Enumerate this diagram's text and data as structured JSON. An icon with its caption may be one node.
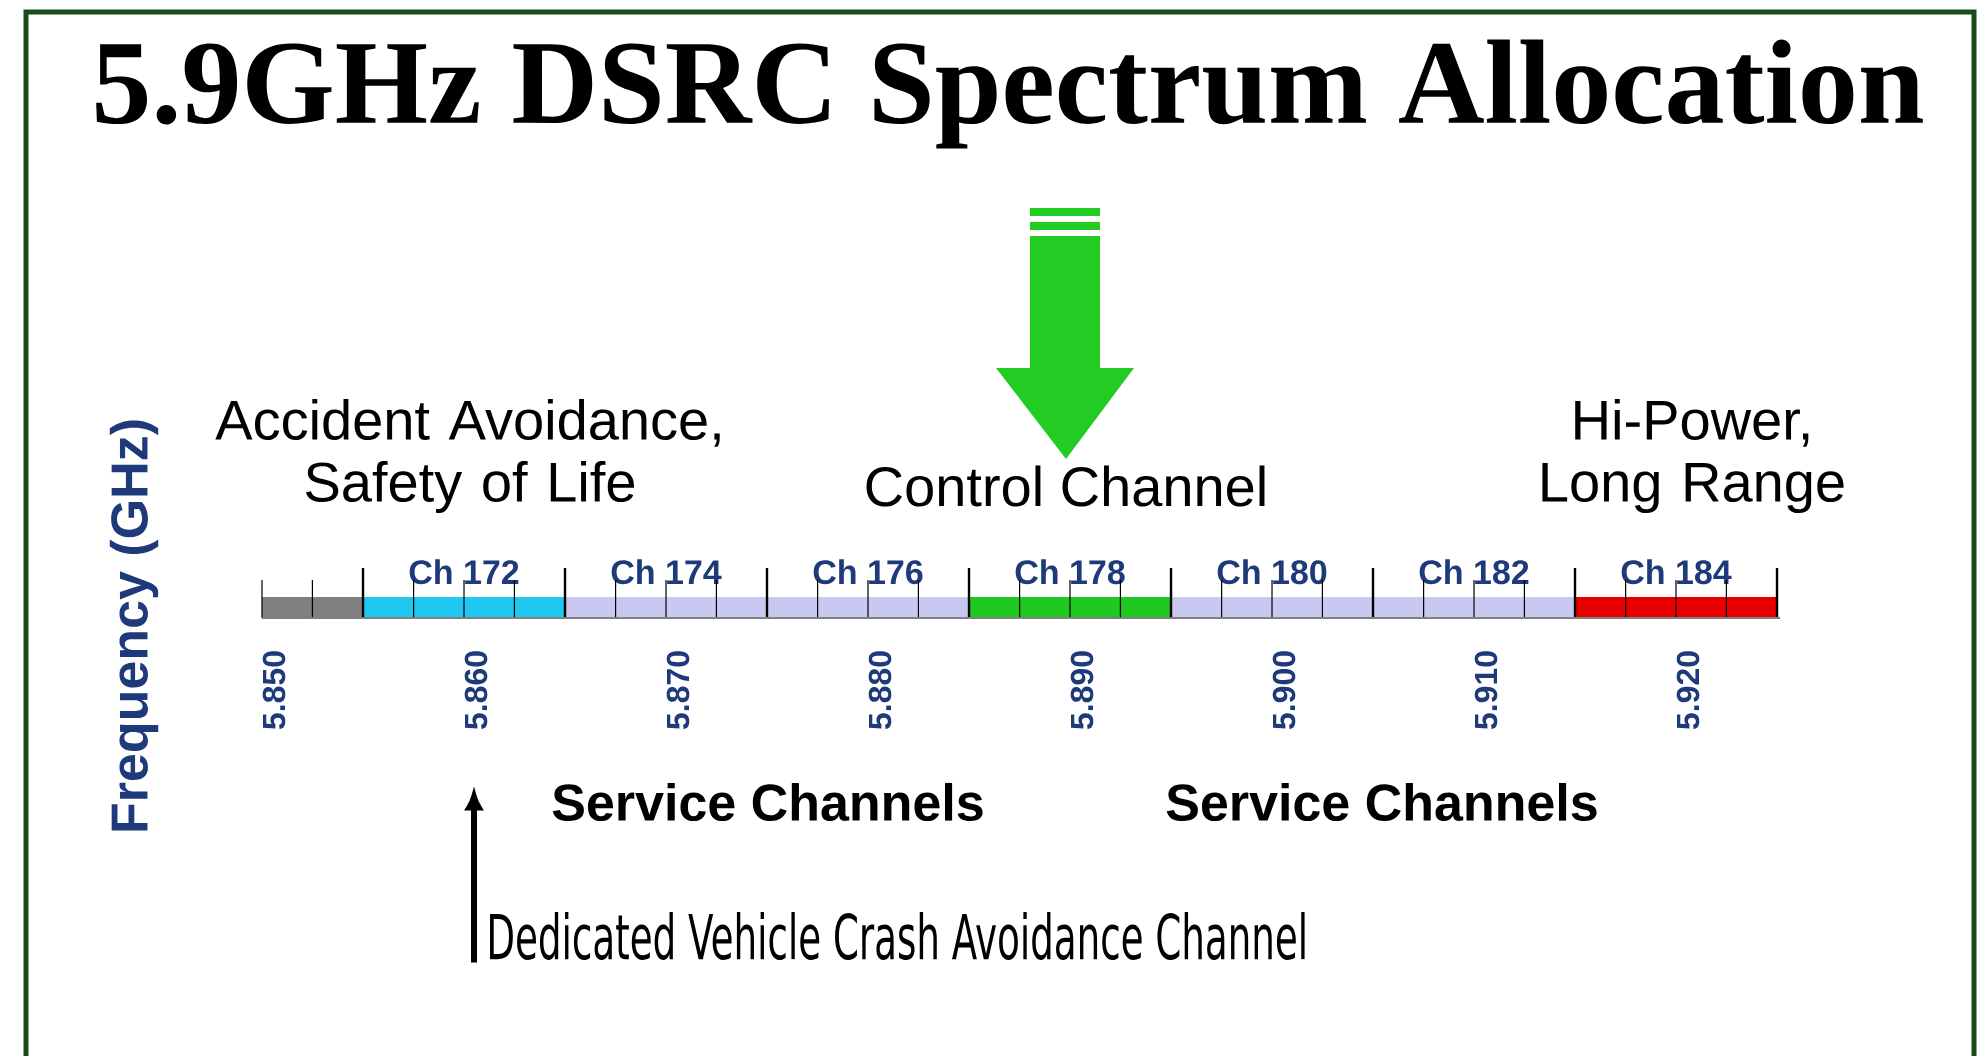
{
  "diagram": {
    "title": "5.9GHz DSRC Spectrum Allocation",
    "nodes": [
      {
        "text": [],
        "shape": "bar"
      },
      {
        "text": [
          "Ch 172"
        ]
      },
      {
        "text": [
          "Ch 174"
        ]
      },
      {
        "text": [
          "Ch 176"
        ]
      },
      {
        "text": [
          "Ch 178"
        ]
      },
      {
        "text": [
          "Ch 180"
        ]
      },
      {
        "text": [
          "Ch 182"
        ]
      },
      {
        "text": [
          "Ch 184"
        ]
      },
      {
        "text": [
          "Control Channel"
        ]
      },
      {
        "text": [
          "Dedicated Vehicle Crash Avoidance Channel"
        ]
      }
    ],
    "edges": [
      {
        "from": null,
        "to": 8,
        "arrow": "to",
        "style": "thick",
        "color": "#22cc22"
      },
      {
        "from": 9,
        "to": null,
        "arrow": "to"
      }
    ],
    "labels": [
      "Accident Avoidance, Safety of Life",
      "Hi-Power, Long Range",
      "Frequency (GHz)",
      "5.850",
      "5.860",
      "5.870",
      "5.880",
      "5.890",
      "5.900",
      "5.910",
      "5.920",
      "Service Channels",
      "Service Channels"
    ]
  }
}
